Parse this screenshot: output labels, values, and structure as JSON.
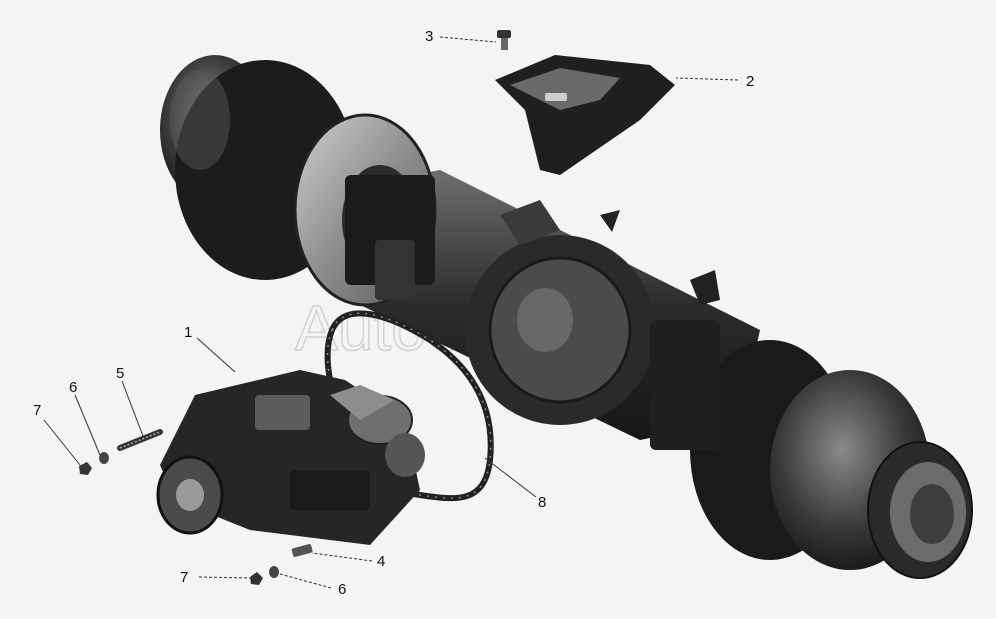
{
  "watermark": "AutoSoft",
  "callouts": [
    {
      "id": "1",
      "label": "1"
    },
    {
      "id": "2",
      "label": "2"
    },
    {
      "id": "3",
      "label": "3"
    },
    {
      "id": "4",
      "label": "4"
    },
    {
      "id": "5",
      "label": "5"
    },
    {
      "id": "6a",
      "label": "6"
    },
    {
      "id": "6b",
      "label": "6"
    },
    {
      "id": "7a",
      "label": "7"
    },
    {
      "id": "7b",
      "label": "7"
    },
    {
      "id": "8",
      "label": "8"
    }
  ],
  "colors": {
    "metal_dark": "#1f1f1f",
    "metal_mid": "#555555",
    "metal_light": "#9a9a9a",
    "background": "#f4f4f4"
  }
}
